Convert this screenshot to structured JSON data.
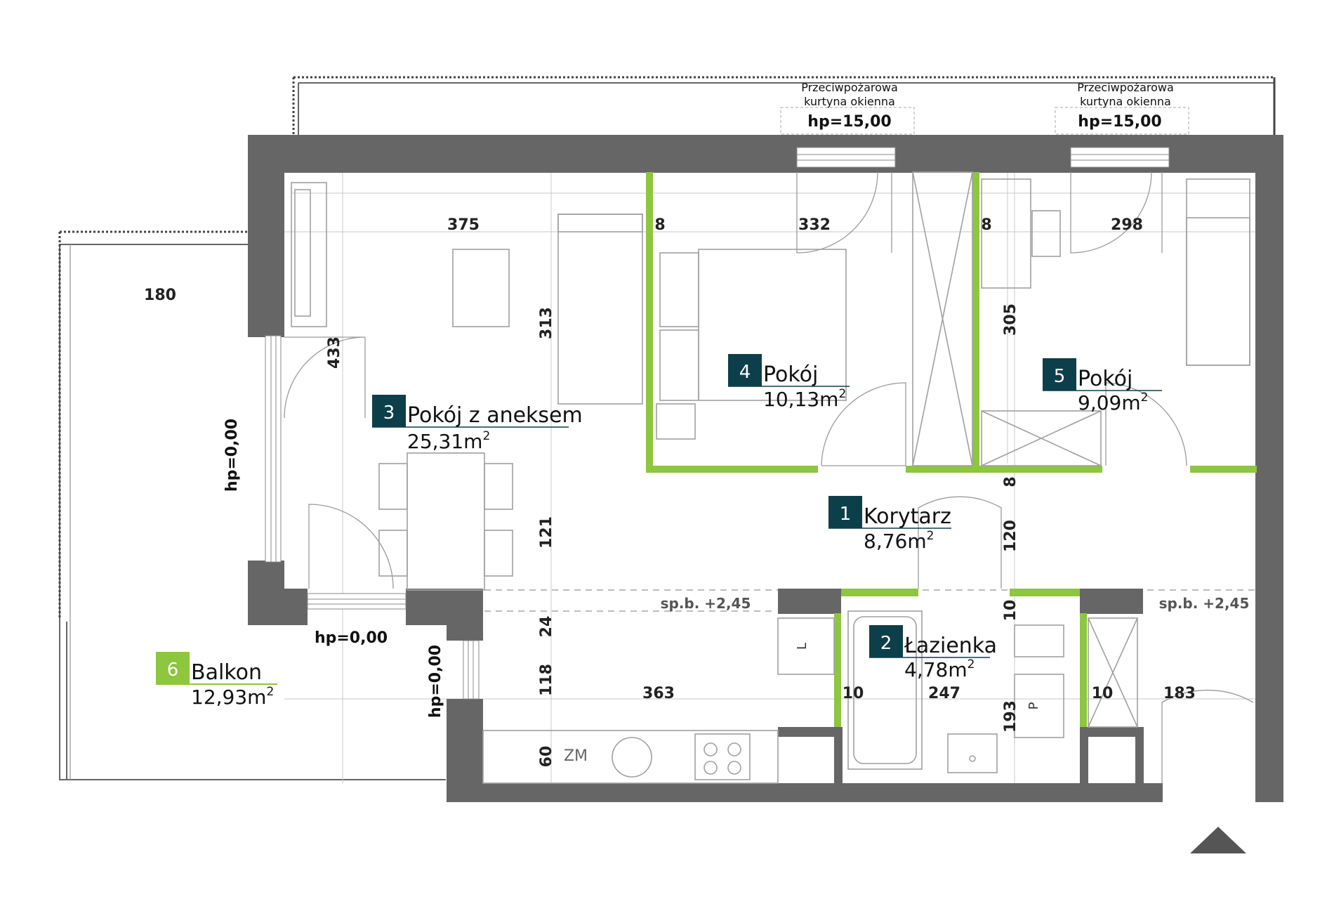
{
  "rooms": {
    "r1": {
      "number": "1",
      "name": "Korytarz",
      "area": "8,76m",
      "sup": "2"
    },
    "r2": {
      "number": "2",
      "name": "Łazienka",
      "area": "4,78m",
      "sup": "2"
    },
    "r3": {
      "number": "3",
      "name": "Pokój z aneksem",
      "area": "25,31m",
      "sup": "2"
    },
    "r4": {
      "number": "4",
      "name": "Pokój",
      "area": "10,13m",
      "sup": "2"
    },
    "r5": {
      "number": "5",
      "name": "Pokój",
      "area": "9,09m",
      "sup": "2"
    },
    "r6": {
      "number": "6",
      "name": "Balkon",
      "area": "12,93m",
      "sup": "2"
    }
  },
  "dims": {
    "d375": "375",
    "d8a": "8",
    "d332": "332",
    "d8b": "8",
    "d298": "298",
    "d180": "180",
    "d433": "433",
    "d313": "313",
    "d305": "305",
    "d121": "121",
    "d8c": "8",
    "d120": "120",
    "d10a": "10",
    "d24": "24",
    "d118": "118",
    "d363": "363",
    "d10b": "10",
    "d247": "247",
    "d10c": "10",
    "d183": "183",
    "d193": "193",
    "d60": "60"
  },
  "notes": {
    "curtain1_line1": "Przeciwpożarowa",
    "curtain1_line2": "kurtyna okienna",
    "curtain1_hp": "hp=15,00",
    "curtain2_line1": "Przeciwpożarowa",
    "curtain2_line2": "kurtyna okienna",
    "curtain2_hp": "hp=15,00",
    "hp_left": "hp=0,00",
    "hp_bottom": "hp=0,00",
    "hp_balcony_door": "hp=0,00",
    "spb_left": "sp.b. +2,45",
    "spb_right": "sp.b. +2,45",
    "zm": "ZM",
    "l_mark": "L",
    "p_mark": "P"
  },
  "colors": {
    "wall": "#666666",
    "partition": "#8dc63f",
    "label_box": "#0d3f4a",
    "balcony_box": "#8dc63f"
  }
}
